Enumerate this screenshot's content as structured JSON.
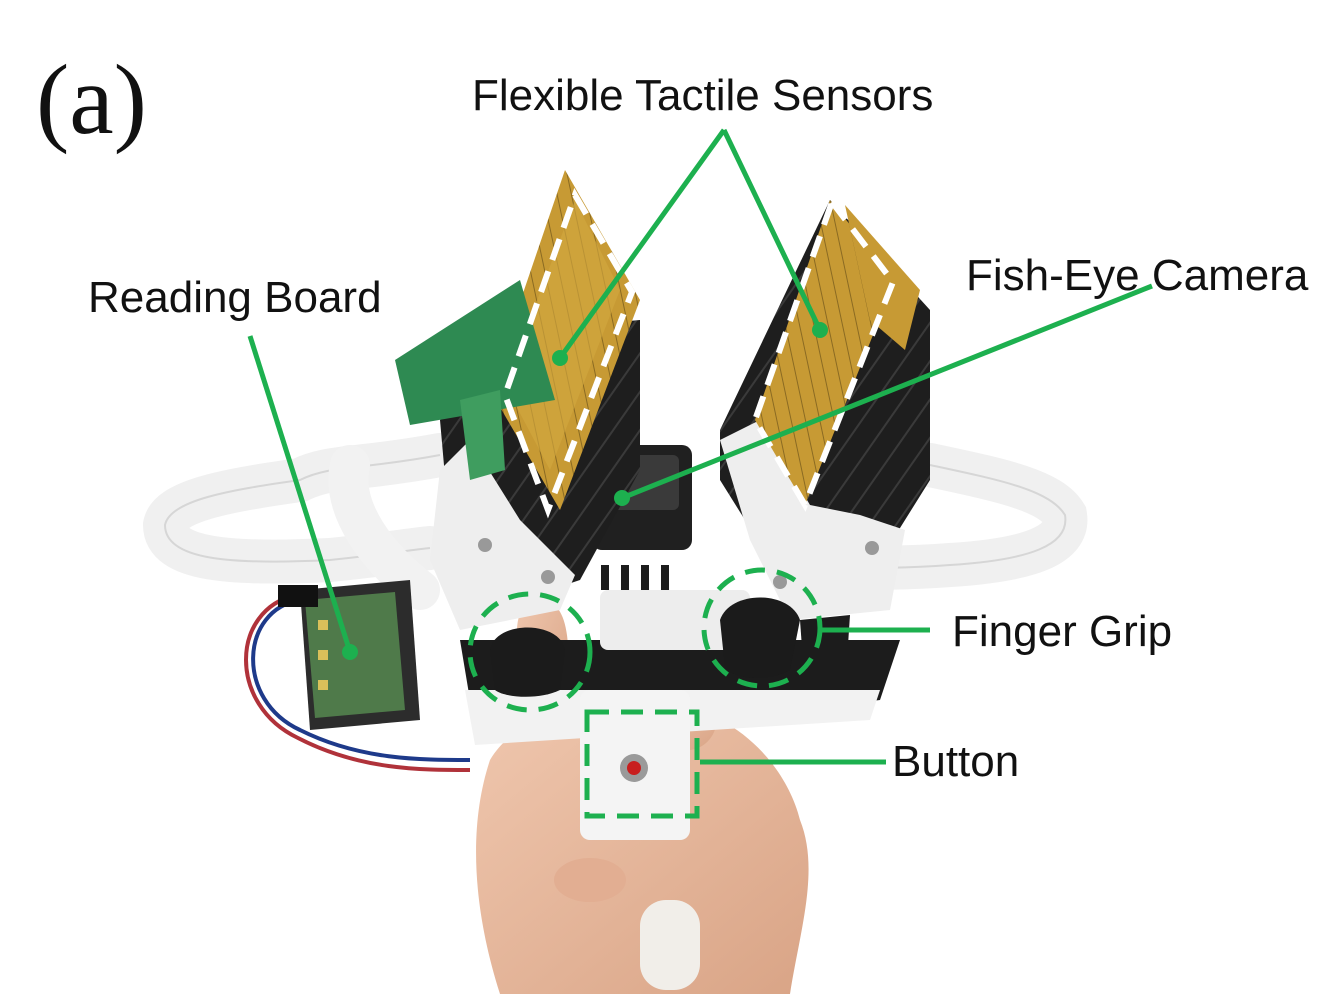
{
  "figure": {
    "panel_label": "(a)",
    "labels": {
      "tactile_sensors": "Flexible Tactile Sensors",
      "fisheye_camera": "Fish-Eye Camera",
      "reading_board": "Reading Board",
      "finger_grip": "Finger Grip",
      "button": "Button"
    },
    "colors": {
      "leader_line": "#1db04f",
      "sensor_outline": "#ffffff",
      "sensor_film": "#c99a2a",
      "mount_black": "#1c1c1c",
      "printed_white": "#eeeeee",
      "pcb_green": "#2e8a52",
      "skin": "#e6b9a0"
    }
  }
}
